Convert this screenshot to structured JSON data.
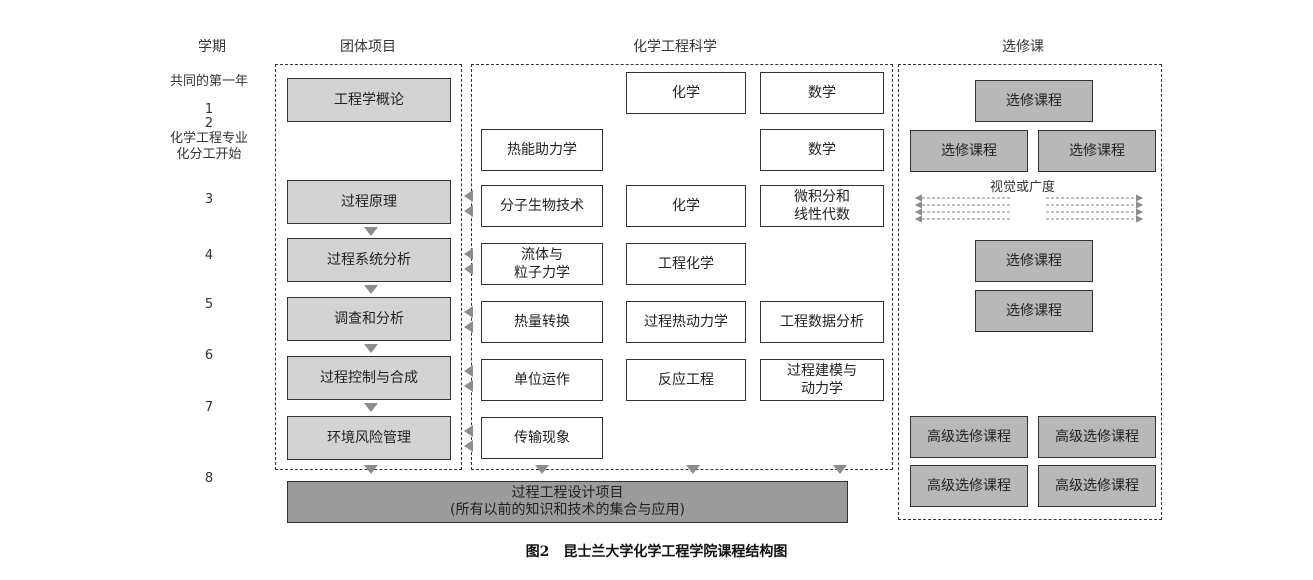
{
  "headers": {
    "semester": "学期",
    "team_project": "团体项目",
    "chem_eng_science": "化学工程科学",
    "electives": "选修课"
  },
  "semesters": {
    "common_first_year": "共同的第一年",
    "s1": "1",
    "s2": "2",
    "specialty_start_line1": "化学工程专业",
    "specialty_start_line2": "化分工开始",
    "s3": "3",
    "s4": "4",
    "s5": "5",
    "s6": "6",
    "s7": "7",
    "s8": "8"
  },
  "team_projects": {
    "intro": "工程学概论",
    "process_principles": "过程原理",
    "process_systems_analysis": "过程系统分析",
    "investigation_analysis": "调查和分析",
    "process_control_synthesis": "过程控制与合成",
    "env_risk_mgmt": "环境风险管理"
  },
  "science": {
    "chemistry_1": "化学",
    "math_1": "数学",
    "thermo_power": "热能助力学",
    "math_2": "数学",
    "molecular_biotech": "分子生物技术",
    "chemistry_2": "化学",
    "calculus_line1": "微积分和",
    "calculus_line2": "线性代数",
    "fluid_line1": "流体与",
    "fluid_line2": "粒子力学",
    "eng_chemistry": "工程化学",
    "heat_transfer": "热量转换",
    "process_thermo": "过程热动力学",
    "eng_data_analysis": "工程数据分析",
    "unit_operations": "单位运作",
    "reaction_eng": "反应工程",
    "modeling_line1": "过程建模与",
    "modeling_line2": "动力学",
    "transport": "传输现象"
  },
  "electives": {
    "elective": "选修课程",
    "vision_label": "视觉或广度",
    "advanced": "高级选修课程"
  },
  "capstone": {
    "line1": "过程工程设计项目",
    "line2": "(所有以前的知识和技术的集合与应用)"
  },
  "caption": "图2　昆士兰大学化学工程学院课程结构图"
}
